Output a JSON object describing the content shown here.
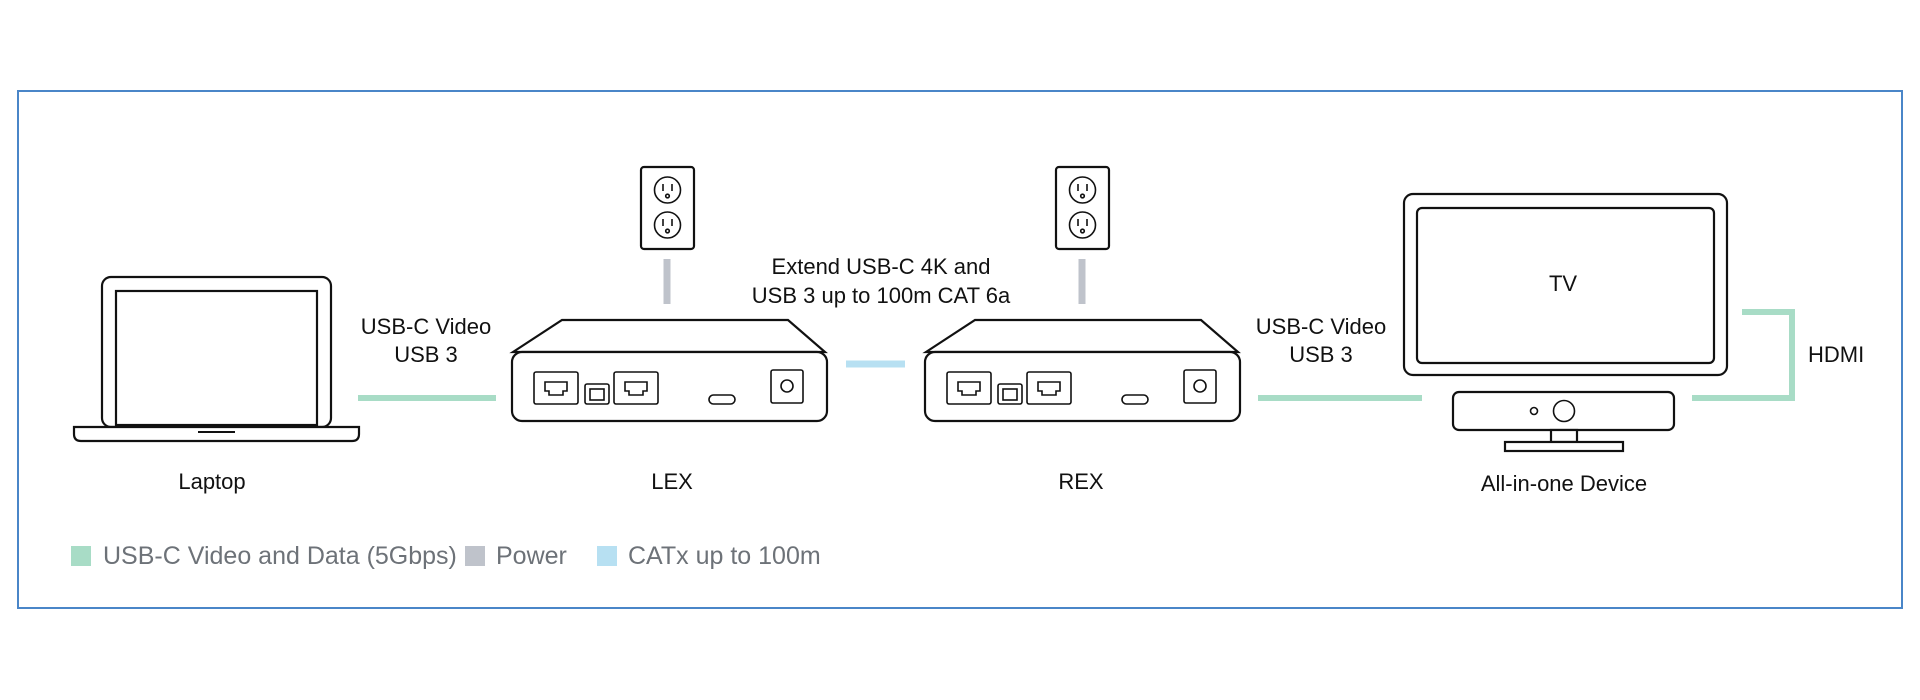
{
  "colors": {
    "usb": "#a8dcc6",
    "power": "#bfc3cb",
    "catx": "#b7e0f2",
    "frame": "#4a86c8",
    "legend_text": "#6d7278"
  },
  "devices": {
    "laptop": "Laptop",
    "lex": "LEX",
    "rex": "REX",
    "tv": "TV",
    "aio": "All-in-one Device"
  },
  "connections": {
    "laptop_lex": [
      "USB-C Video",
      "USB 3"
    ],
    "catx_note": [
      "Extend USB-C 4K and",
      "USB 3 up to 100m CAT 6a"
    ],
    "rex_aio": [
      "USB-C Video",
      "USB 3"
    ],
    "tv_aio": "HDMI"
  },
  "legend": [
    {
      "label": "USB-C Video and Data (5Gbps)",
      "color": "#a8dcc6"
    },
    {
      "label": "Power",
      "color": "#bfc3cb"
    },
    {
      "label": "CATx up to 100m",
      "color": "#b7e0f2"
    }
  ]
}
